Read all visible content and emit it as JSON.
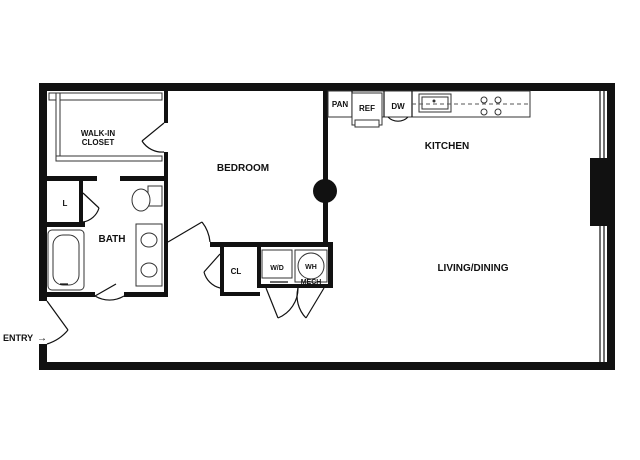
{
  "plan": {
    "rooms": {
      "walk_in_closet": [
        "WALK-IN",
        "CLOSET"
      ],
      "bedroom": "BEDROOM",
      "kitchen": "KITCHEN",
      "bath": "BATH",
      "living_dining": "LIVING/DINING",
      "linen": "L",
      "closet": "CL"
    },
    "fixtures": {
      "pantry": "PAN",
      "refrigerator": "REF",
      "dishwasher": "DW",
      "washer_dryer": "W/D",
      "water_heater": "WH",
      "mechanical": "MECH"
    },
    "entry": {
      "label": "ENTRY",
      "arrow": "→"
    }
  }
}
